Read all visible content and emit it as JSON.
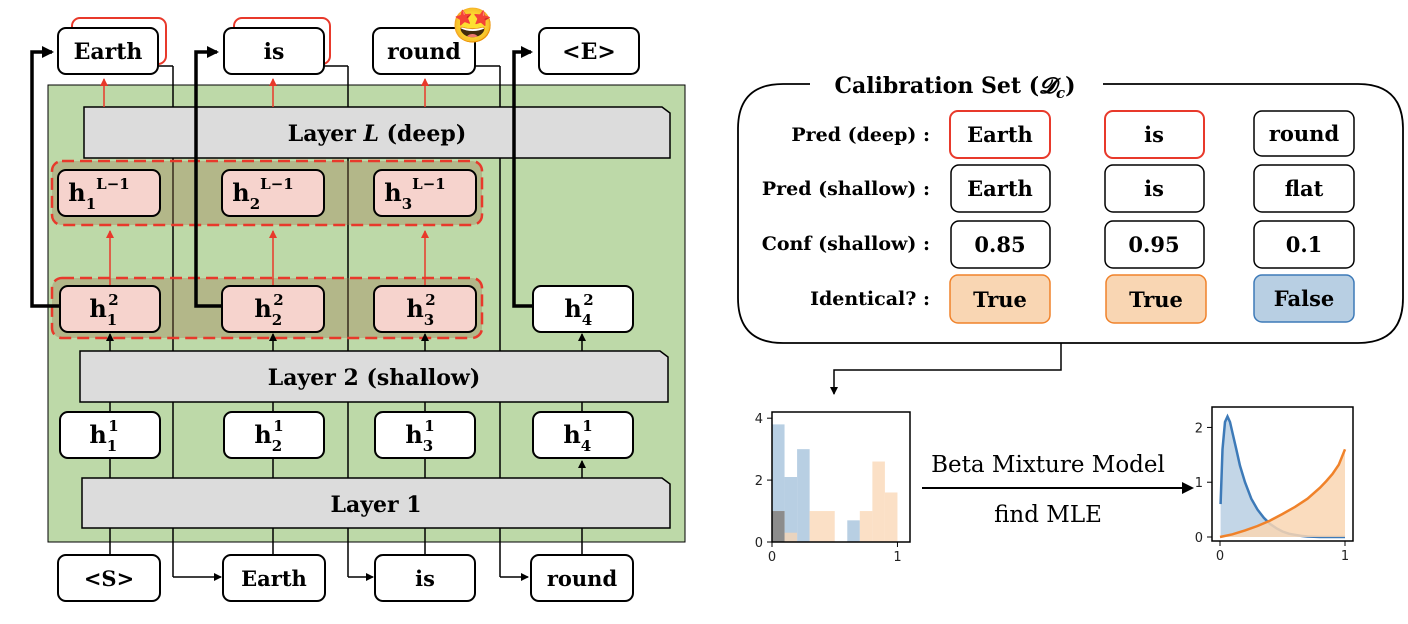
{
  "transformer": {
    "outputs": [
      "Earth",
      "is",
      "round",
      "<E>"
    ],
    "inputs": [
      "<S>",
      "Earth",
      "is",
      "round"
    ],
    "layer_deep_prefix": "Layer ",
    "layer_deep_var": "L",
    "layer_deep_suffix": " (deep)",
    "layer_shallow": "Layer 2 (shallow)",
    "layer_first": "Layer 1",
    "hidden_top": [
      {
        "base": "h",
        "sub": "1",
        "sup": "L−1"
      },
      {
        "base": "h",
        "sub": "2",
        "sup": "L−1"
      },
      {
        "base": "h",
        "sub": "3",
        "sup": "L−1"
      }
    ],
    "hidden_mid": [
      {
        "base": "h",
        "sub": "1",
        "sup": "2"
      },
      {
        "base": "h",
        "sub": "2",
        "sup": "2"
      },
      {
        "base": "h",
        "sub": "3",
        "sup": "2"
      },
      {
        "base": "h",
        "sub": "4",
        "sup": "2"
      }
    ],
    "hidden_low": [
      {
        "base": "h",
        "sub": "1",
        "sup": "1"
      },
      {
        "base": "h",
        "sub": "2",
        "sup": "1"
      },
      {
        "base": "h",
        "sub": "3",
        "sup": "1"
      },
      {
        "base": "h",
        "sub": "4",
        "sup": "1"
      }
    ],
    "emoji": "🤩"
  },
  "calibration": {
    "title": "Calibration Set (",
    "title_symbol": "𝓓",
    "title_sub": "c",
    "title_close": ")",
    "rows": [
      {
        "label": "Pred (deep) :",
        "cells": [
          "Earth",
          "is",
          "round"
        ]
      },
      {
        "label": "Pred (shallow) :",
        "cells": [
          "Earth",
          "is",
          "flat"
        ]
      },
      {
        "label": "Conf (shallow) :",
        "cells": [
          "0.85",
          "0.95",
          "0.1"
        ]
      },
      {
        "label": "Identical? :",
        "cells": [
          "True",
          "True",
          "False"
        ]
      }
    ]
  },
  "arrow_label_top": "Beta Mixture Model",
  "arrow_label_bottom": "find MLE",
  "colors": {
    "green_bg": "#bdd9a8",
    "pink": "#f6d3cd",
    "red": "#e8392b",
    "orange": "#f9d6b3",
    "orange_line": "#f0822a",
    "blue": "#b8cfe3",
    "blue_line": "#3d7ab8"
  },
  "chart_data": [
    {
      "type": "bar",
      "title": "",
      "x_ticks": [
        "0",
        "1"
      ],
      "y_ticks": [
        "0",
        "2",
        "4"
      ],
      "xlim": [
        0,
        1.1
      ],
      "ylim": [
        0,
        4.2
      ],
      "series": [
        {
          "bins": [
            [
              0,
              0.1
            ],
            [
              0.1,
              0.2
            ],
            [
              0.2,
              0.3
            ],
            [
              0.5,
              0.6
            ],
            [
              0.6,
              0.7
            ]
          ],
          "values": [
            3.8,
            2.1,
            3.0,
            0.0,
            0.7
          ]
        },
        {
          "bins": [
            [
              0,
              0.1
            ],
            [
              0.1,
              0.2
            ],
            [
              0.3,
              0.5
            ],
            [
              0.7,
              0.8
            ],
            [
              0.8,
              0.9
            ],
            [
              0.9,
              1.0
            ]
          ],
          "values": [
            1.0,
            0.3,
            1.0,
            1.0,
            2.6,
            1.6
          ]
        }
      ]
    },
    {
      "type": "area",
      "title": "",
      "x_ticks": [
        "0",
        "1"
      ],
      "y_ticks": [
        "0",
        "1",
        "2"
      ],
      "xlim": [
        0,
        1.05
      ],
      "ylim": [
        0,
        2.3
      ],
      "series": [
        {
          "x": [
            0.005,
            0.02,
            0.04,
            0.06,
            0.08,
            0.1,
            0.13,
            0.16,
            0.2,
            0.25,
            0.3,
            0.35,
            0.4,
            0.45,
            0.5,
            0.55,
            0.6,
            0.65,
            0.7,
            0.75,
            0.8,
            0.85,
            0.9,
            0.95,
            1.0
          ],
          "y": [
            0.6,
            1.6,
            2.1,
            2.2,
            2.1,
            1.9,
            1.6,
            1.3,
            1.0,
            0.7,
            0.5,
            0.35,
            0.24,
            0.16,
            0.1,
            0.06,
            0.04,
            0.02,
            0.01,
            0.005,
            0.0,
            0.0,
            0.0,
            0.0,
            0.0
          ]
        },
        {
          "x": [
            0.0,
            0.1,
            0.2,
            0.3,
            0.4,
            0.5,
            0.6,
            0.7,
            0.8,
            0.85,
            0.9,
            0.95,
            1.0
          ],
          "y": [
            0.0,
            0.05,
            0.12,
            0.2,
            0.3,
            0.42,
            0.55,
            0.7,
            0.9,
            1.02,
            1.15,
            1.32,
            1.6
          ]
        }
      ]
    }
  ]
}
